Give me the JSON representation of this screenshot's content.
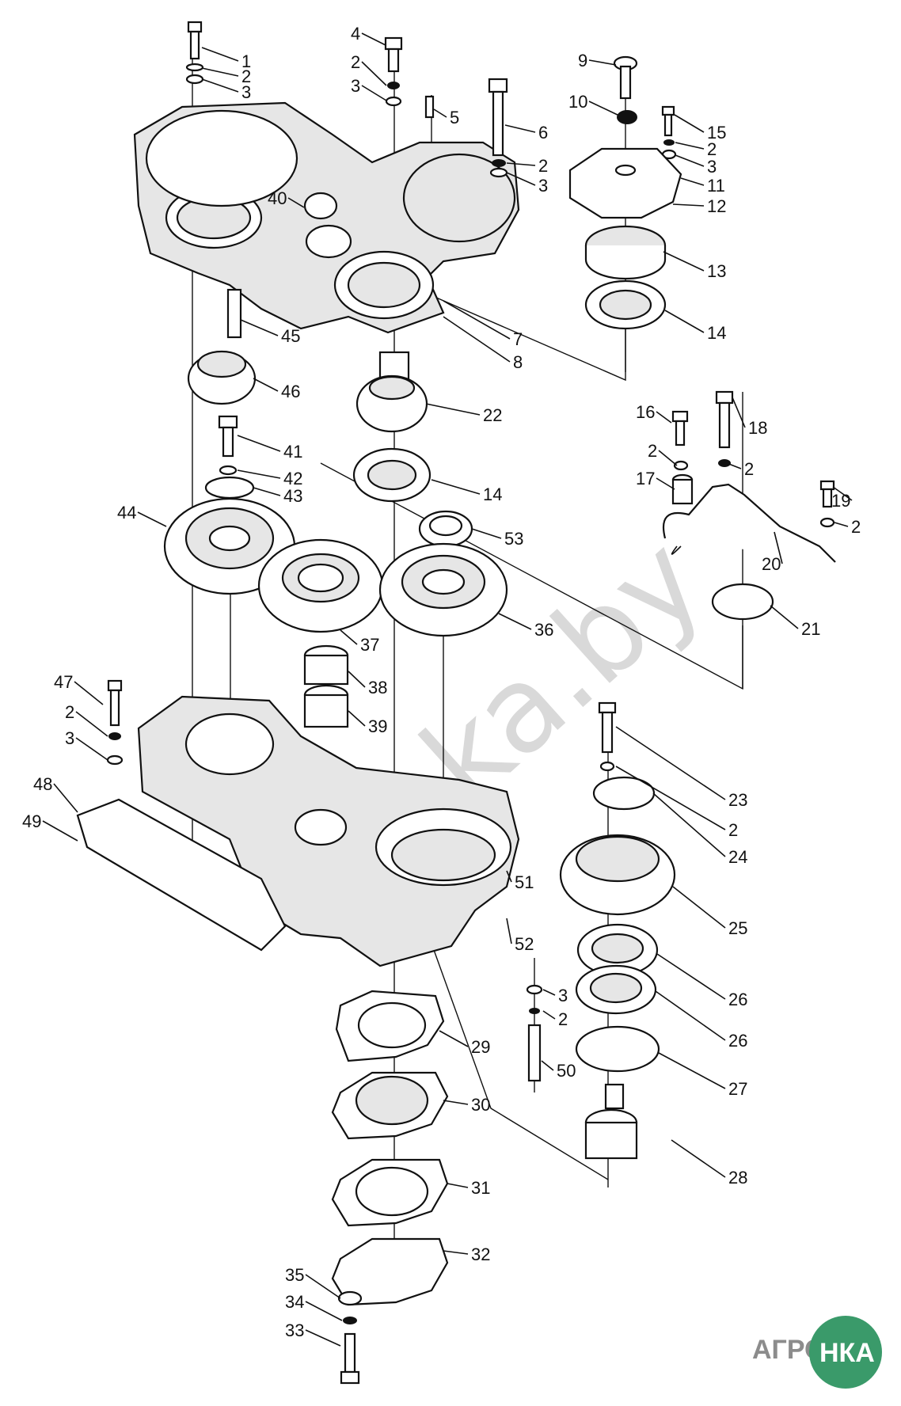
{
  "labels": [
    "1",
    "2",
    "3",
    "4",
    "2",
    "3",
    "5",
    "6",
    "2",
    "3",
    "9",
    "10",
    "15",
    "2",
    "3",
    "11",
    "12",
    "13",
    "14",
    "40",
    "45",
    "7",
    "8",
    "46",
    "22",
    "16",
    "18",
    "2",
    "2",
    "17",
    "19",
    "2",
    "20",
    "21",
    "41",
    "42",
    "43",
    "44",
    "14",
    "53",
    "37",
    "36",
    "38",
    "39",
    "47",
    "2",
    "3",
    "48",
    "49",
    "23",
    "2",
    "24",
    "25",
    "51",
    "52",
    "26",
    "26",
    "27",
    "28",
    "29",
    "30",
    "31",
    "32",
    "50",
    "3",
    "2",
    "35",
    "34",
    "33"
  ],
  "watermark": "ka.by",
  "logo": {
    "text_left": "АГРО",
    "text_right": "НКА",
    "color_left": "#8c8c8c",
    "color_circle": "#3a9a6a"
  }
}
